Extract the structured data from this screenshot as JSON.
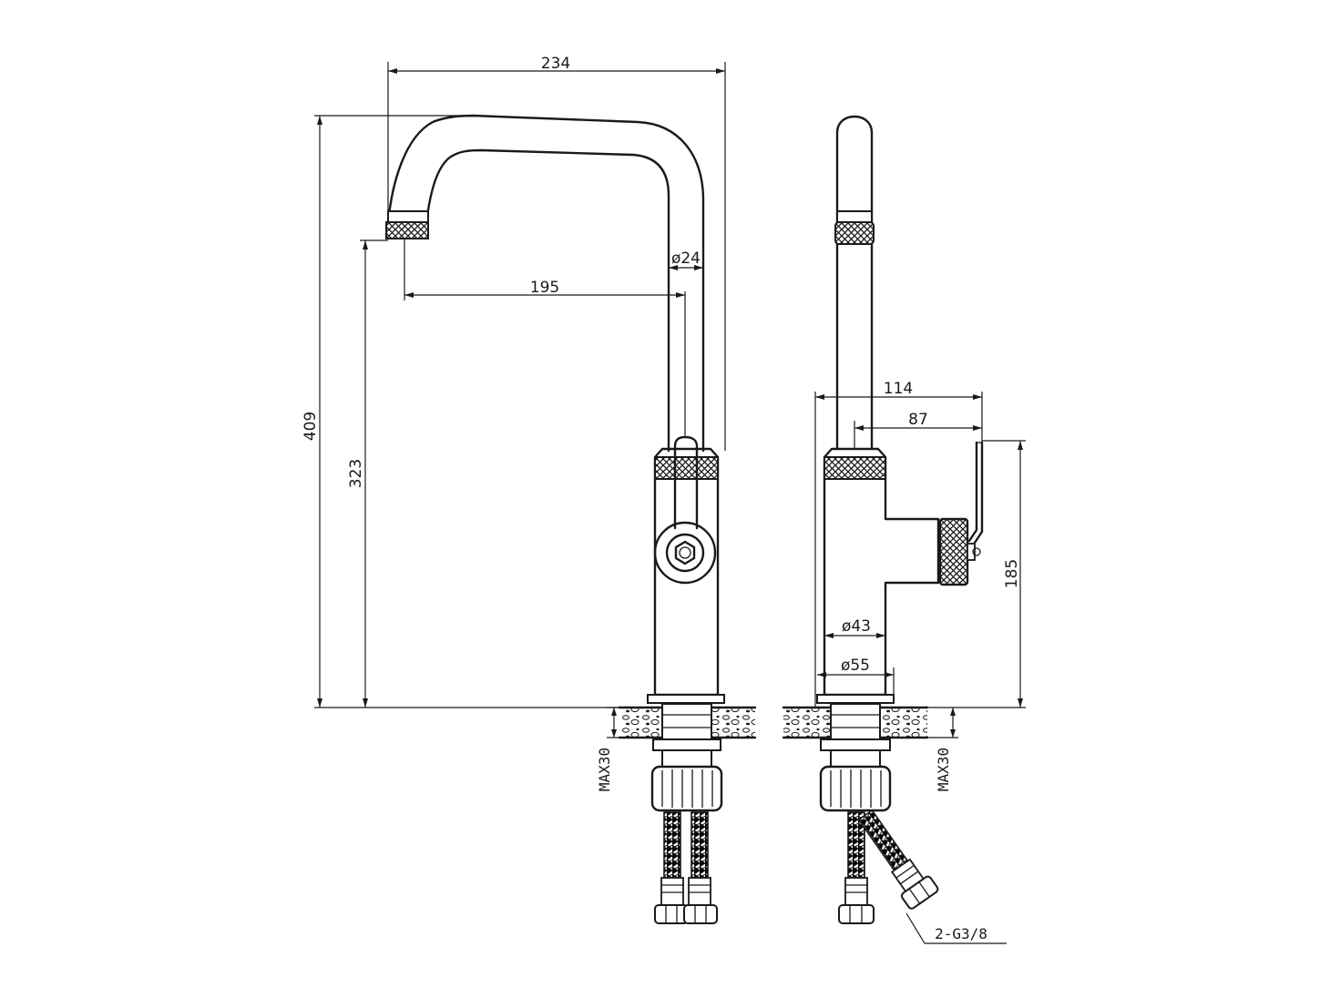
{
  "dimensions": {
    "overall_width": "234",
    "pipe_diameter": "ø24",
    "spout_reach": "195",
    "overall_height": "409",
    "spout_height": "323",
    "side_depth": "114",
    "handle_offset": "87",
    "handle_height": "185",
    "base_inner_diameter": "ø43",
    "base_outer_diameter": "ø55",
    "max_counter_front": "MAX30",
    "max_counter_side": "MAX30",
    "connection_thread": "2-G3/8"
  }
}
